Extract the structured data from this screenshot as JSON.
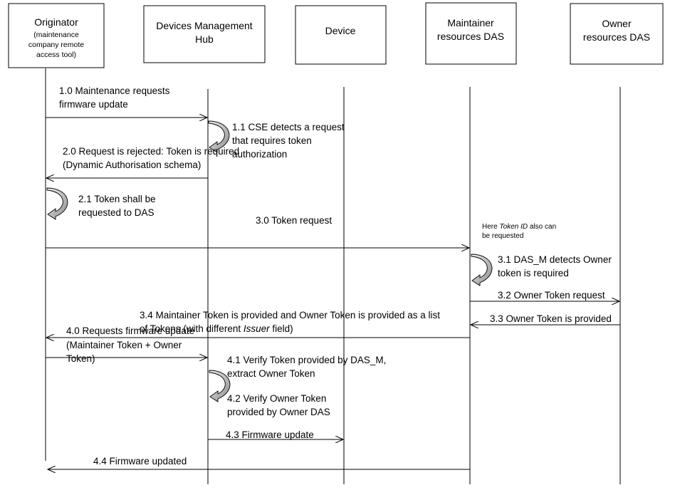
{
  "participants": [
    {
      "id": "originator",
      "title": "Originator",
      "subtitle": [
        "(maintenance",
        "company remote",
        "access tool)"
      ]
    },
    {
      "id": "hub",
      "title": [
        "Devices Management",
        "Hub"
      ]
    },
    {
      "id": "device",
      "title": [
        "Device"
      ]
    },
    {
      "id": "maintainer",
      "title": [
        "Maintainer",
        "resources DAS"
      ]
    },
    {
      "id": "owner",
      "title": [
        "Owner",
        "resources DAS"
      ]
    }
  ],
  "messages": {
    "m1_0": [
      "1.0 Maintenance requests",
      "firmware update"
    ],
    "m1_1": [
      "1.1 CSE detects a request",
      "that requires token",
      "authorization"
    ],
    "m2_0": [
      "2.0 Request is rejected: Token  is required",
      "(Dynamic Authorisation schema)"
    ],
    "m2_1": [
      "2.1 Token shall be",
      "requested to DAS"
    ],
    "m3_0": "3.0  Token request",
    "note_prefix": "Here ",
    "note_italic": "Token ID",
    "note_suffix": " also can",
    "note_line2": "be requested",
    "m3_1": [
      "3.1 DAS_M detects Owner",
      "token is required"
    ],
    "m3_2": "3.2 Owner Token request",
    "m3_3": "3.3 Owner Token is provided",
    "m3_4_line1": "3.4 Maintainer Token is provided and Owner Token is provided as a list",
    "m3_4_line2_prefix": "of Tokens (with different ",
    "m3_4_line2_italic": "Issuer",
    "m3_4_line2_suffix": " field)",
    "m4_0": [
      "4.0 Requests firmware update",
      "(Maintainer Token + Owner",
      "Token)"
    ],
    "m4_1": [
      "4.1 Verify Token provided by DAS_M,",
      "extract Owner Token"
    ],
    "m4_2": [
      "4.2  Verify Owner Token",
      "provided by Owner DAS"
    ],
    "m4_3": "4.3 Firmware update",
    "m4_4": "4.4 Firmware updated"
  }
}
